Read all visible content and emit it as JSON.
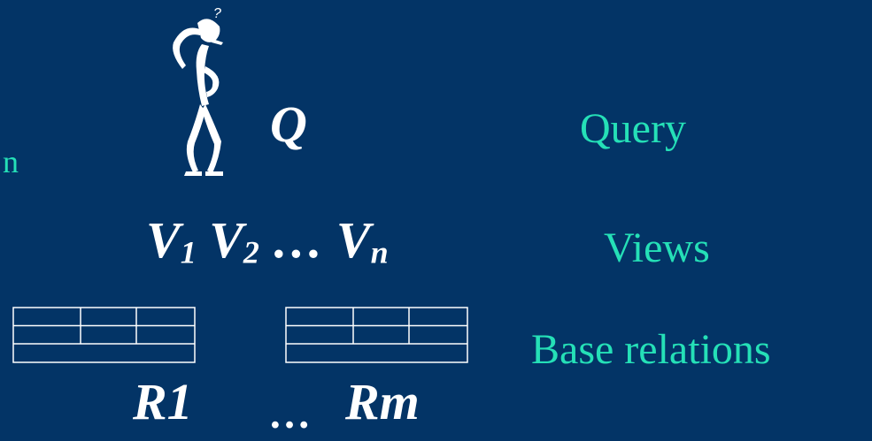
{
  "diagram": {
    "left_cut_text": "n",
    "q_label": "Q",
    "views": {
      "v1": "V",
      "v1_sub": "1",
      "v2": "V",
      "v2_sub": "2",
      "ellipsis": "…",
      "vn": "V",
      "vn_sub": "n"
    },
    "relations": {
      "r1": "R1",
      "ellipsis": "…",
      "rm": "Rm"
    },
    "right_labels": {
      "query": "Query",
      "views": "Views",
      "base": "Base relations"
    },
    "question_mark": "?",
    "colors": {
      "background": "#033466",
      "accent": "#25e0b7",
      "foreground": "#ffffff"
    }
  }
}
